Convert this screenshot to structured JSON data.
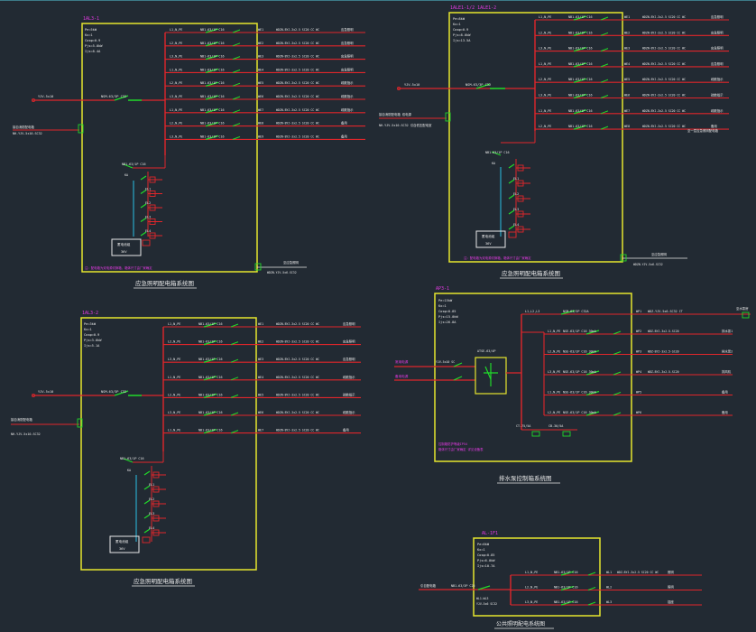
{
  "colors": {
    "background": "#222a33",
    "panel_border": "#e6e62e",
    "feeder_line": "#e0262b",
    "breaker": "#21d92a",
    "label_text": "#e8e8e8",
    "panel_id": "#e23ae2",
    "bus_cyan": "#2bb3d6"
  },
  "panels": [
    {
      "id": "panel-top-left",
      "panel_label": "1AL3-1",
      "title": "应急照明配电箱系统图",
      "spec": [
        "Pe=5kW",
        "Kx=1",
        "Cosφ=0.9",
        "Pjs=5.0kW",
        "Ijs=8.4A"
      ],
      "incoming": "YJV-5x10",
      "incoming_note": [
        "接自消防配电箱",
        "NH-YJV-5x10-SC32"
      ],
      "main_breaker": "NSM-63/3P C32",
      "circuits": [
        {
          "id": "WE1",
          "phase": "L1,N,PE",
          "breaker": "NB1-63/1P C16",
          "cable": "WDZN-BYJ-3x2.5 SC20 CC WC",
          "load": "应急照明"
        },
        {
          "id": "WE2",
          "phase": "L2,N,PE",
          "breaker": "NB1-63/1P C16",
          "cable": "WDZN-BYJ-3x2.5 SC20 CC WC",
          "load": "应急照明"
        },
        {
          "id": "WE3",
          "phase": "L3,N,PE",
          "breaker": "NB1-63/1P C16",
          "cable": "WDZN-BYJ-3x2.5 SC20 CC WC",
          "load": "应急照明"
        },
        {
          "id": "WE4",
          "phase": "L1,N,PE",
          "breaker": "NB1-63/1P C16",
          "cable": "WDZN-BYJ-3x2.5 SC20 CC WC",
          "load": "应急照明"
        },
        {
          "id": "WE5",
          "phase": "L2,N,PE",
          "breaker": "NB1-63/1P C16",
          "cable": "WDZN-BYJ-3x2.5 SC20 CC WC",
          "load": "疏散指示"
        },
        {
          "id": "WE6",
          "phase": "L3,N,PE",
          "breaker": "NB1-63/1P C16",
          "cable": "WDZN-BYJ-3x2.5 SC20 CC WC",
          "load": "疏散指示"
        },
        {
          "id": "WE7",
          "phase": "L1,N,PE",
          "breaker": "NB1-63/1P C16",
          "cable": "WDZN-BYJ-3x2.5 SC20 CC WC",
          "load": "疏散指示"
        },
        {
          "id": "WE8",
          "phase": "L2,N,PE",
          "breaker": "NB1-63/1P C16",
          "cable": "WDZN-BYJ-3x2.5 SC20 CC WC",
          "load": "备用"
        },
        {
          "id": "WE9",
          "phase": "L3,N,PE",
          "breaker": "NB1-63/1P C16",
          "cable": "WDZN-BYJ-3x2.5 SC20 CC WC",
          "load": "备用"
        }
      ],
      "sub_breaker": "NB1-63/1P C16",
      "sub_items": [
        "KA",
        "EL1",
        "EL2",
        "EL3",
        "EL4"
      ],
      "ups_label": "蓄电池组",
      "ups_value": "36V",
      "footnote": "注：配电箱为双电源切换箱，箱体尺寸由厂家确定",
      "output_note": [
        "至应急照明",
        "WDZN-YJV-5x6-SC32"
      ]
    },
    {
      "id": "panel-top-right",
      "panel_label": "1ALE1-1/2 1ALE1-2",
      "title": "应急照明配电箱系统图",
      "spec": [
        "Pe=8kW",
        "Kx=1",
        "Cosφ=0.9",
        "Pjs=8.0kW",
        "Ijs=13.5A"
      ],
      "incoming": "YJV-5x10",
      "incoming_note": [
        "接自消防配电箱 双电源",
        "NH-YJV-5x10-SC32 引自低压配电室"
      ],
      "main_breaker": "NSM-63/3P C32",
      "circuits": [
        {
          "id": "WE1",
          "phase": "L1,N,PE",
          "breaker": "NB1-63/1P C16",
          "cable": "WDZN-BYJ-3x2.5 SC20 CC WC",
          "load": "应急照明"
        },
        {
          "id": "WE2",
          "phase": "L2,N,PE",
          "breaker": "NB1-63/1P C16",
          "cable": "WDZN-BYJ-3x2.5 SC20 CC WC",
          "load": "应急照明"
        },
        {
          "id": "WE3",
          "phase": "L3,N,PE",
          "breaker": "NB1-63/1P C16",
          "cable": "WDZN-BYJ-3x2.5 SC20 CC WC",
          "load": "应急照明"
        },
        {
          "id": "WE4",
          "phase": "L1,N,PE",
          "breaker": "NB1-63/1P C16",
          "cable": "WDZN-BYJ-3x2.5 SC20 CC WC",
          "load": "应急照明"
        },
        {
          "id": "WE5",
          "phase": "L2,N,PE",
          "breaker": "NB1-63/1P C16",
          "cable": "WDZN-BYJ-3x2.5 SC20 CC WC",
          "load": "疏散指示"
        },
        {
          "id": "WE6",
          "phase": "L3,N,PE",
          "breaker": "NB1-63/1P C16",
          "cable": "WDZN-BYJ-3x2.5 SC20 CC WC",
          "load": "疏散指示"
        },
        {
          "id": "WE7",
          "phase": "L1,N,PE",
          "breaker": "NB1-63/1P C16",
          "cable": "WDZN-BYJ-3x2.5 SC20 CC WC",
          "load": "疏散指示"
        },
        {
          "id": "WE8",
          "phase": "L2,N,PE",
          "breaker": "NB1-63/1P C16",
          "cable": "WDZN-BYJ-3x2.5 SC20 CC WC",
          "load": "备用"
        }
      ],
      "extra_load": "至一层应急照明配电箱",
      "sub_breaker": "NB1-63/1P C16",
      "sub_items": [
        "KA",
        "EL1",
        "EL2",
        "EL3",
        "EL4"
      ],
      "ups_label": "蓄电池组",
      "ups_value": "36V",
      "footnote": "注：配电箱为双电源切换箱，箱体尺寸由厂家确定",
      "output_note": [
        "至应急照明",
        "WDZN-YJV-5x6-SC32"
      ]
    },
    {
      "id": "panel-bottom-left",
      "panel_label": "1AL3-2",
      "title": "应急照明配电箱系统图",
      "spec": [
        "Pe=3kW",
        "Kx=1",
        "Cosφ=0.9",
        "Pjs=3.0kW",
        "Ijs=5.1A"
      ],
      "incoming": "YJV-5x10",
      "incoming_note": [
        "接自消防配电箱",
        "NH-YJV-5x10-SC32"
      ],
      "main_breaker": "NSM-63/3P C32",
      "circuits": [
        {
          "id": "WE1",
          "phase": "L1,N,PE",
          "breaker": "NB1-63/1P C16",
          "cable": "WDZN-BYJ-3x2.5 SC20 CC WC",
          "load": "应急照明"
        },
        {
          "id": "WE2",
          "phase": "L2,N,PE",
          "breaker": "NB1-63/1P C16",
          "cable": "WDZN-BYJ-3x2.5 SC20 CC WC",
          "load": "应急照明"
        },
        {
          "id": "WE3",
          "phase": "L3,N,PE",
          "breaker": "NB1-63/1P C16",
          "cable": "WDZN-BYJ-3x2.5 SC20 CC WC",
          "load": "应急照明"
        },
        {
          "id": "WE4",
          "phase": "L1,N,PE",
          "breaker": "NB1-63/1P C16",
          "cable": "WDZN-BYJ-3x2.5 SC20 CC WC",
          "load": "疏散指示"
        },
        {
          "id": "WE5",
          "phase": "L2,N,PE",
          "breaker": "NB1-63/1P C16",
          "cable": "WDZN-BYJ-3x2.5 SC20 CC WC",
          "load": "疏散指示"
        },
        {
          "id": "WE6",
          "phase": "L3,N,PE",
          "breaker": "NB1-63/1P C16",
          "cable": "WDZN-BYJ-3x2.5 SC20 CC WC",
          "load": "疏散指示"
        },
        {
          "id": "WE7",
          "phase": "L1,N,PE",
          "breaker": "NB1-63/1P C16",
          "cable": "WDZN-BYJ-3x2.5 SC20 CC WC",
          "load": "备用"
        }
      ],
      "sub_breaker": "NB1-63/1P C16",
      "sub_items": [
        "KA",
        "EL1",
        "EL2",
        "EL3",
        "EL4"
      ],
      "ups_label": "蓄电池组",
      "ups_value": "36V"
    },
    {
      "id": "panel-middle-right",
      "panel_label": "AP3-1",
      "title": "排水泵控制箱系统图",
      "spec": [
        "Pe=15kW",
        "Kx=1",
        "Cosφ=0.85",
        "Pjs=15.0kW",
        "Ijs=26.8A"
      ],
      "incoming_a": "常用电源",
      "incoming_b": "备用电源",
      "incoming_cable": "YJV-5x10 SC",
      "ats_label": "ATSE-63/4P",
      "main_breaker": "NSM-63/3P C32A",
      "top_circuit": {
        "id": "WP1",
        "phase": "L1,L2,L3",
        "breaker": "NSM-63/3P C32A",
        "cable": "WDZ-YJV-5x6-SC32 CT",
        "load": ""
      },
      "circuits": [
        {
          "id": "WP2",
          "phase": "L1,N,PE",
          "breaker": "NSE-63/1P C16 30mA",
          "cable": "WDZ-BYJ-3x2.5-SC20",
          "load": "排水泵1"
        },
        {
          "id": "WP3",
          "phase": "L2,N,PE",
          "breaker": "NSE-63/1P C16 30mA",
          "cable": "WDZ-BYJ-3x2.5-SC20",
          "load": "排水泵2"
        },
        {
          "id": "WP4",
          "phase": "L3,N,PE",
          "breaker": "NSE-63/1P C16 30mA",
          "cable": "WDZ-BYJ-3x2.5-SC20",
          "load": "排风机"
        },
        {
          "id": "WP5",
          "phase": "L1,N,PE",
          "breaker": "NSE-63/1P C16 30mA",
          "cable": "",
          "load": "备用"
        },
        {
          "id": "WP6",
          "phase": "L2,N,PE",
          "breaker": "NSE-63/1P C16 30mA",
          "cable": "",
          "load": "备用"
        }
      ],
      "meter_a": "CT-75/5A",
      "meter_b": "CB-30/5A",
      "note": [
        "控制箱防护等级IP54",
        "箱体尺寸由厂家确定 详见设备表"
      ],
      "right_tag": "至水泵房"
    },
    {
      "id": "panel-bottom-right",
      "panel_label": "AL-1F1",
      "title": "公共照明配电系统图",
      "spec": [
        "Pe=6kW",
        "Kx=1",
        "Cosφ=0.85",
        "Pjs=6.0kW",
        "Ijs=10.7A"
      ],
      "incoming": "引自配电箱",
      "main_breaker": "NB1-63/3P C25",
      "feed_note": [
        "WL1-WL3",
        "YJV-5x6 SC32"
      ],
      "circuits": [
        {
          "id": "WL1",
          "phase": "L1,N,PE",
          "breaker": "NB1-63/1P C16",
          "cable": "WDZ-BYJ-3x2.5 SC20 CC WC",
          "load": "照明"
        },
        {
          "id": "WL2",
          "phase": "L2,N,PE",
          "breaker": "NB1-63/1P C16",
          "cable": "",
          "load": "照明"
        },
        {
          "id": "WL3",
          "phase": "L3,N,PE",
          "breaker": "NB1-63/1P C16",
          "cable": "",
          "load": "插座"
        }
      ]
    }
  ]
}
